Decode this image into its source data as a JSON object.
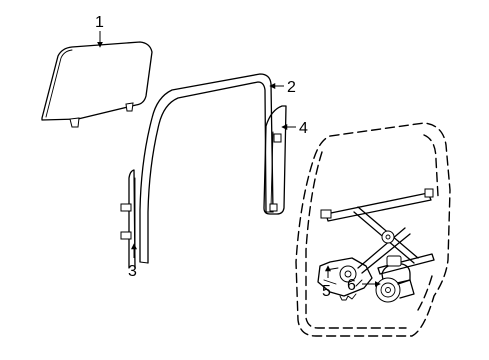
{
  "callouts": [
    {
      "id": "glass",
      "label": "1"
    },
    {
      "id": "run-channel",
      "label": "2"
    },
    {
      "id": "front-guide",
      "label": "3"
    },
    {
      "id": "rear-guide",
      "label": "4"
    },
    {
      "id": "regulator",
      "label": "5"
    },
    {
      "id": "motor",
      "label": "6"
    }
  ]
}
